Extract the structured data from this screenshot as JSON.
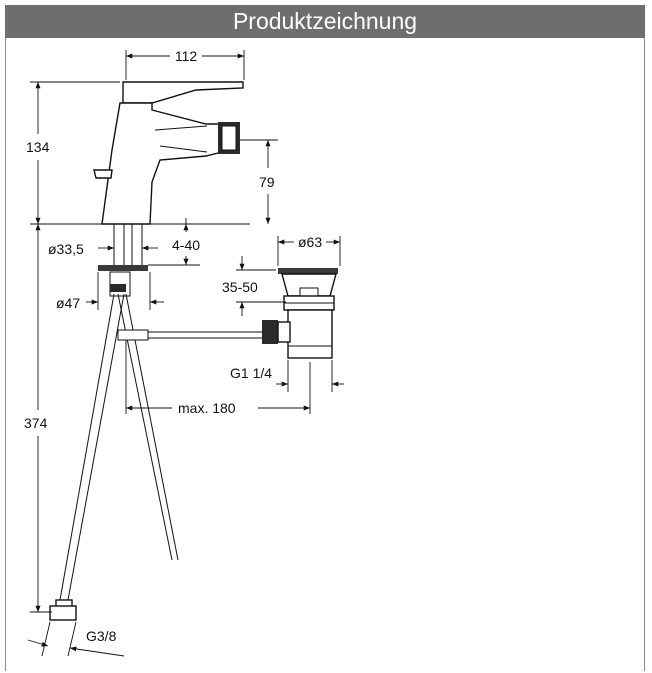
{
  "header": {
    "title": "Produktzeichnung"
  },
  "dimensions": {
    "width_top": "112",
    "height_total": "134",
    "spout_height": "79",
    "hole_diameter": "ø33,5",
    "deck_thickness": "4-40",
    "base_diameter": "ø47",
    "waste_diameter": "ø63",
    "waste_height": "35-50",
    "waste_thread": "G1 1/4",
    "rod_length": "max. 180",
    "hose_length": "374",
    "hose_thread": "G3/8"
  }
}
